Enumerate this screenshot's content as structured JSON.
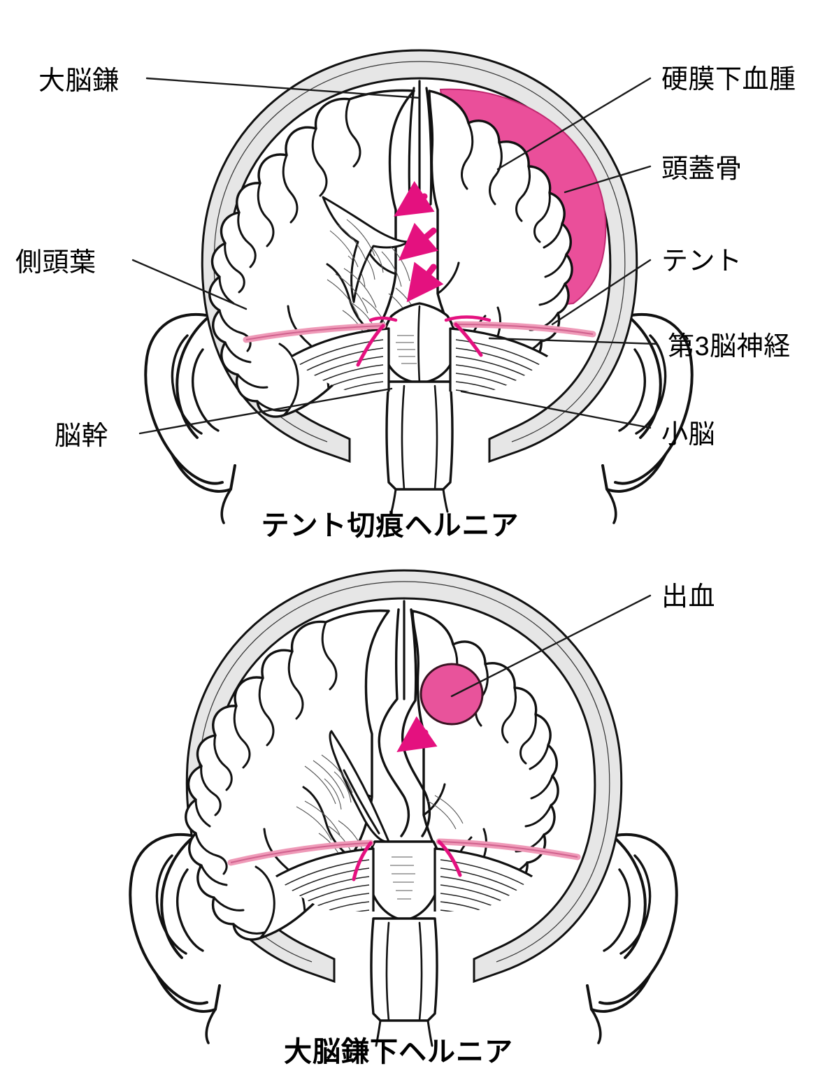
{
  "document": {
    "title": "脳ヘルニア 模式図",
    "language": "ja"
  },
  "colors": {
    "hematoma_pink": "#ea4f9a",
    "hemorrhage_pink": "#e8539b",
    "arrow_magenta": "#e4117f",
    "tentorium_pink": "#f0a0bd",
    "bone_gray": "#e6e6e6",
    "ink_black": "#111111",
    "background": "#ffffff"
  },
  "panels": [
    {
      "id": "tentorial",
      "caption": "テント切痕ヘルニア",
      "labels": [
        {
          "key": "falx",
          "text": "大脳鎌",
          "side": "left"
        },
        {
          "key": "temporal",
          "text": "側頭葉",
          "side": "left"
        },
        {
          "key": "brainstem",
          "text": "脳幹",
          "side": "left"
        },
        {
          "key": "subdural",
          "text": "硬膜下血腫",
          "side": "right"
        },
        {
          "key": "skull",
          "text": "頭蓋骨",
          "side": "right"
        },
        {
          "key": "tentorium",
          "text": "テント",
          "side": "right"
        },
        {
          "key": "cn3",
          "text": "第3脳神経",
          "side": "right"
        },
        {
          "key": "cerebellum",
          "text": "小脳",
          "side": "right"
        }
      ],
      "arrows": {
        "count": 3,
        "direction": "down-left",
        "meaning": "mass-effect-shift"
      },
      "lesion": {
        "name": "subdural-hematoma",
        "shape": "crescent",
        "location": "right-convexity"
      }
    },
    {
      "id": "subfalcine",
      "caption": "大脳鎌下ヘルニア",
      "labels": [
        {
          "key": "hemorrhage",
          "text": "出血",
          "side": "right"
        }
      ],
      "arrows": {
        "count": 1,
        "direction": "down-left",
        "meaning": "midline-shift"
      },
      "lesion": {
        "name": "intracerebral-hemorrhage",
        "shape": "round",
        "location": "right-hemisphere"
      }
    }
  ]
}
